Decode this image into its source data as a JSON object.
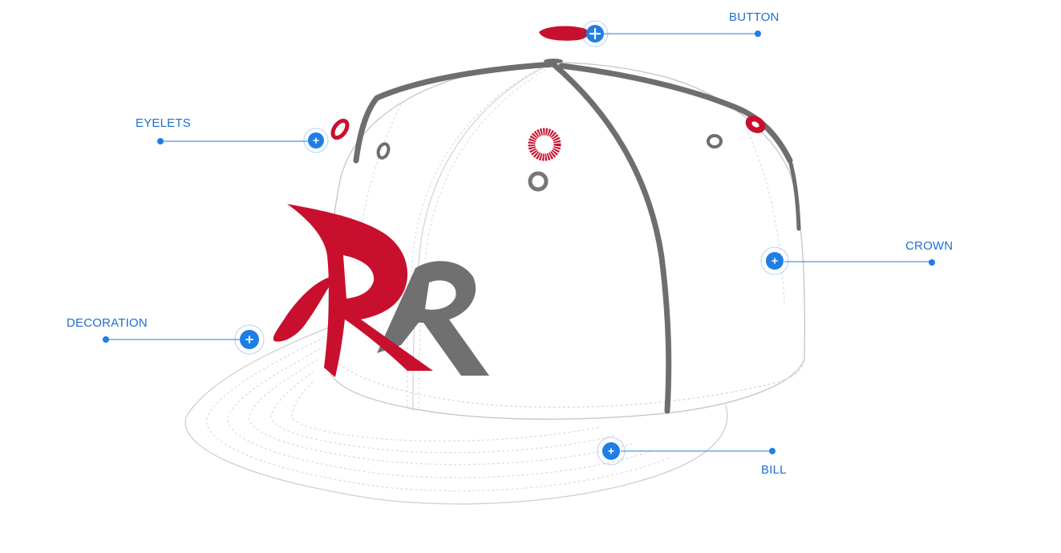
{
  "colors": {
    "accent": "#1f7ee6",
    "label": "#1f6fd1",
    "logo_red": "#c8102e",
    "logo_gray": "#707070",
    "seam_gray": "#6e6e6e",
    "outline": "#c9c9c9"
  },
  "icons": {
    "hotspot": "plus-circle-icon",
    "endpoint": "dot-icon"
  },
  "callouts": [
    {
      "id": "button",
      "label": "BUTTON"
    },
    {
      "id": "eyelets",
      "label": "EYELETS"
    },
    {
      "id": "crown",
      "label": "CROWN"
    },
    {
      "id": "decoration",
      "label": "DECORATION"
    },
    {
      "id": "bill",
      "label": "BILL"
    }
  ]
}
